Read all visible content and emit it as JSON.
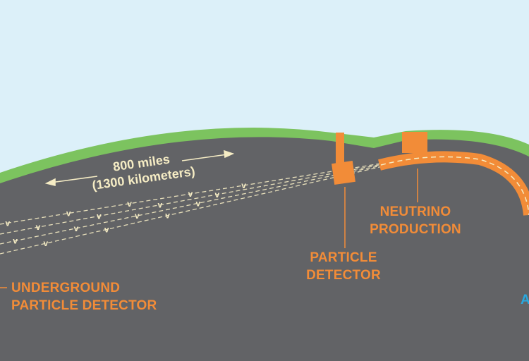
{
  "colors": {
    "sky": "#dcf0f9",
    "grass": "#7cc35f",
    "earth": "#626366",
    "accent": "#f28c38",
    "beam": "#f5ecc4",
    "blue": "#29a8df"
  },
  "distance": {
    "miles": "800 miles",
    "kilometers": "(1300 kilometers)"
  },
  "labels": {
    "far_detector_line1": "UNDERGROUND",
    "far_detector_line2": "PARTICLE DETECTOR",
    "near_detector_line1": "PARTICLE",
    "near_detector_line2": "DETECTOR",
    "production_line1": "NEUTRINO",
    "production_line2": "PRODUCTION",
    "cut_off_right": "A"
  },
  "neutrino_symbol": "v"
}
